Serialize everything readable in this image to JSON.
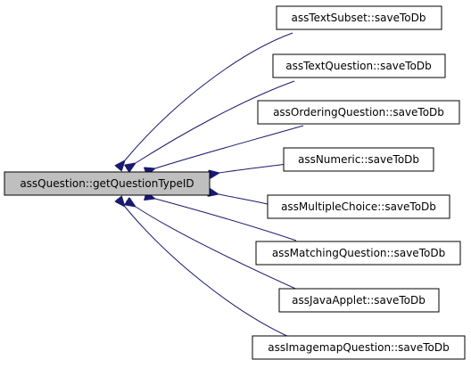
{
  "graph": {
    "root": {
      "label": "assQuestion::getQuestionTypeID",
      "fill": "#bfbfbf"
    },
    "callers": [
      {
        "label": "assTextSubset::saveToDb"
      },
      {
        "label": "assTextQuestion::saveToDb"
      },
      {
        "label": "assOrderingQuestion::saveToDb"
      },
      {
        "label": "assNumeric::saveToDb"
      },
      {
        "label": "assMultipleChoice::saveToDb"
      },
      {
        "label": "assMatchingQuestion::saveToDb"
      },
      {
        "label": "assJavaApplet::saveToDb"
      },
      {
        "label": "assImagemapQuestion::saveToDb"
      }
    ],
    "edge_color": "#191970"
  }
}
